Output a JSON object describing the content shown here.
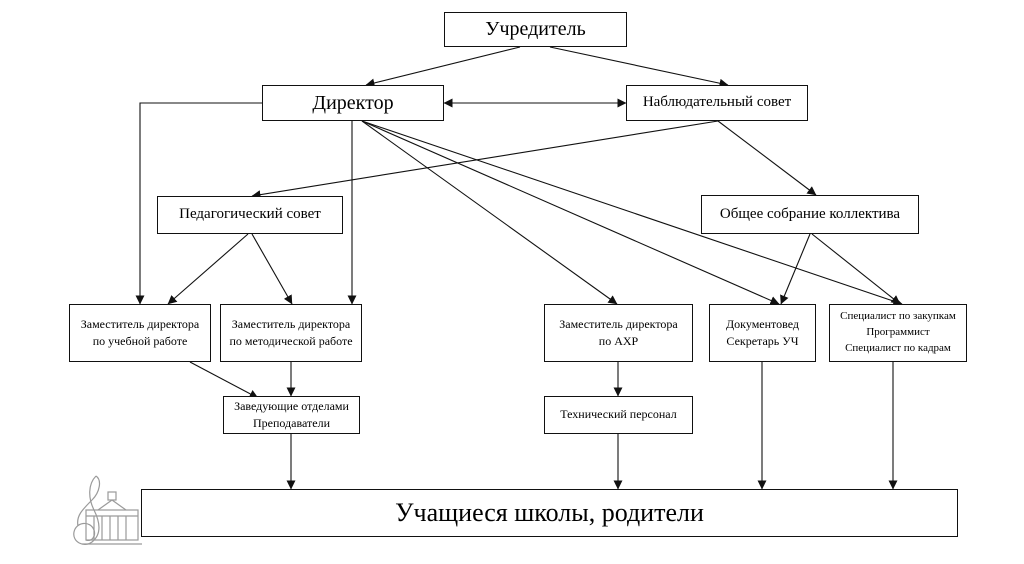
{
  "nodes": {
    "founder": "Учредитель",
    "director": "Директор",
    "supervisory_board": "Наблюдательный совет",
    "pedagogical_council": "Педагогический совет",
    "general_meeting": "Общее собрание коллектива",
    "deputy_academic": "Заместитель директора\nпо учебной работе",
    "deputy_methodical": "Заместитель директора\nпо методической работе",
    "deputy_ahr": "Заместитель директора\nпо АХР",
    "documentation": "Документовед\nСекретарь УЧ",
    "specialists": "Специалист по закупкам\nПрограммист\nСпециалист по кадрам",
    "department_heads": "Заведующие отделами\nПреподаватели",
    "technical_staff": "Технический персонал",
    "students": "Учащиеся школы, родители"
  },
  "colors": {
    "line": "#111111",
    "logo": "#9a9a9a"
  },
  "logo_icon": "music-school-building-icon"
}
